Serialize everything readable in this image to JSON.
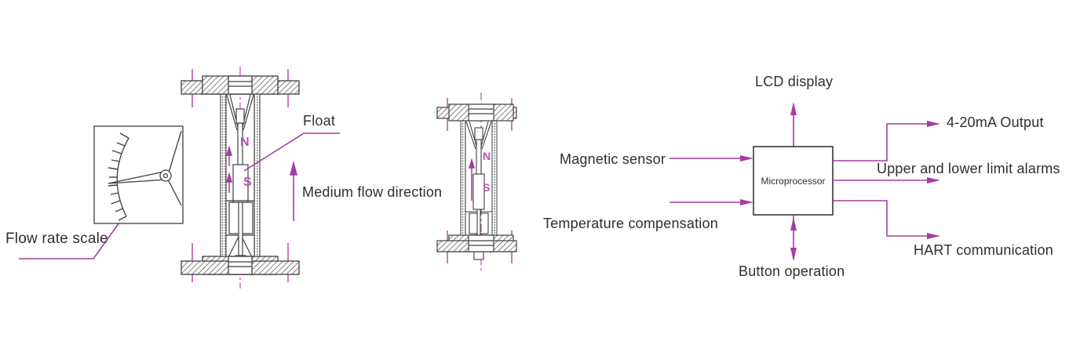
{
  "figure": {
    "left_diagram": {
      "flow_rate_scale_label": "Flow rate scale",
      "float_label": "Float",
      "medium_flow_label": "Medium flow direction",
      "magnet_north": "N",
      "magnet_south": "S"
    },
    "middle_diagram": {
      "magnet_north": "N",
      "magnet_south": "S"
    },
    "block_diagram": {
      "processor_label": "Microprocessor",
      "top_label": "LCD display",
      "bottom_label": "Button operation",
      "input_labels": [
        "Magnetic sensor",
        "Temperature compensation"
      ],
      "output_labels": [
        "4-20mA Output",
        "Upper and lower limit alarms",
        "HART communication"
      ]
    },
    "colors": {
      "accent_magenta": "#a63ca2",
      "bolt_line_magenta": "#b44fae",
      "magnet_label_magenta": "#bb4fb3",
      "line_gray": "#3f3f3f",
      "text_gray": "#2f2f2f"
    }
  }
}
